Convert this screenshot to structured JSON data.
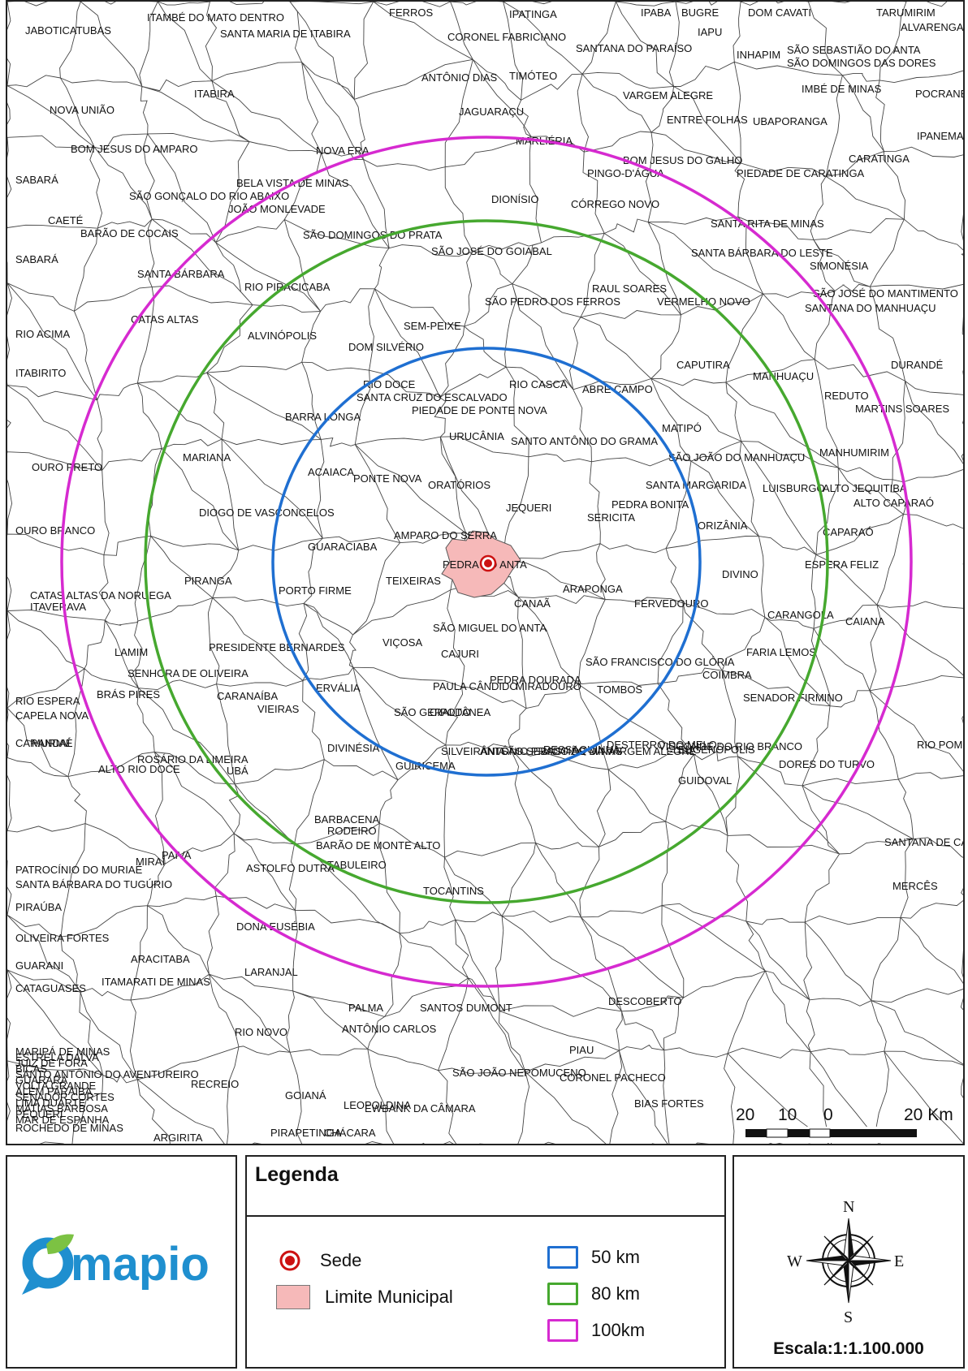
{
  "map": {
    "circles": [
      {
        "label": "50 km",
        "color": "#1f6fd1"
      },
      {
        "label": "80 km",
        "color": "#46a82f"
      },
      {
        "label": "100km",
        "color": "#d62ad0"
      }
    ],
    "sede_color": "#cc1111",
    "limite_fill": "#f6b9b9",
    "places": [
      "JABOTICATUBAS",
      "ITAMBÉ DO MATO DENTRO",
      "SANTA MARIA DE ITABIRA",
      "FERROS",
      "IPATINGA",
      "CORONEL FABRICIANO",
      "IPABA",
      "BUGRE",
      "IAPU",
      "DOM CAVATI",
      "TARUMIRIM",
      "ALVARENGA",
      "SANTANA DO PARAÍSO",
      "INHAPIM",
      "SÃO SEBASTIÃO DO ANTA",
      "SÃO DOMINGOS DAS DORES",
      "ANTÔNIO DIAS",
      "TIMÓTEO",
      "ITABIRA",
      "VARGEM ALEGRE",
      "IMBÉ DE MINAS",
      "POCRANE",
      "NOVA UNIÃO",
      "JAGUARAÇU",
      "ENTRE FOLHAS",
      "UBAPORANGA",
      "MARLIÉRIA",
      "IPANEMA",
      "BOM JESUS DO AMPARO",
      "NOVA ERA",
      "BOM JESUS DO GALHO",
      "PINGO-D'ÁGUA",
      "CARATINGA",
      "PIEDADE DE CARATINGA",
      "SABARÁ",
      "BELA VISTA DE MINAS",
      "SÃO GONÇALO DO RIO ABAIXO",
      "JOÃO MONLEVADE",
      "DIONÍSIO",
      "CÓRREGO NOVO",
      "CAETÉ",
      "BARÃO DE COCAIS",
      "SÃO DOMINGOS DO PRATA",
      "SANTA RITA DE MINAS",
      "SÃO JOSÉ DO GOIABAL",
      "SANTA BÁRBARA DO LESTE",
      "SIMONÉSIA",
      "SABARÁ",
      "SANTA BÁRBARA",
      "RIO PIRACICABA",
      "RAUL SOARES",
      "SÃO JOSÉ DO MANTIMENTO",
      "SÃO PEDRO DOS FERROS",
      "VERMELHO NOVO",
      "SANTANA DO MANHUAÇU",
      "CATAS ALTAS",
      "SEM-PEIXE",
      "RIO ACIMA",
      "ALVINÓPOLIS",
      "DOM SILVÉRIO",
      "ITABIRITO",
      "CAPUTIRA",
      "MANHUAÇU",
      "DURANDÉ",
      "RIO DOCE",
      "SANTA CRUZ DO ESCALVADO",
      "RIO CASCA",
      "ABRE CAMPO",
      "REDUTO",
      "PIEDADE DE PONTE NOVA",
      "MARTINS SOARES",
      "BARRA LONGA",
      "URUCÂNIA",
      "SANTO ANTÔNIO DO GRAMA",
      "MATIPÓ",
      "MARIANA",
      "SÃO JOÃO DO MANHUAÇU",
      "MANHUMIRIM",
      "OURO PRETO",
      "ACAIACA",
      "PONTE NOVA",
      "ORATÓRIOS",
      "SANTA MARGARIDA",
      "LUISBURGO",
      "ALTO JEQUITIBÁ",
      "JEQUERI",
      "PEDRA BONITA",
      "SERICITA",
      "ALTO CAPARAÓ",
      "DIOGO DE VASCONCELOS",
      "OURO BRANCO",
      "ORIZÂNIA",
      "CAPARAÓ",
      "AMPARO DO SERRA",
      "GUARACIABA",
      "ESPERA FELIZ",
      "PEDRA DO ANTA",
      "DIVINO",
      "PIRANGA",
      "TEIXEIRAS",
      "ARAPONGA",
      "PORTO FIRME",
      "CATAS ALTAS DA NORUEGA",
      "ITAVERAVA",
      "CANAÃ",
      "FERVEDOURO",
      "CARANGOLA",
      "CAIANA",
      "SÃO MIGUEL DO ANTA",
      "VIÇOSA",
      "LAMIM",
      "PRESIDENTE BERNARDES",
      "CAJURI",
      "FARIA LEMOS",
      "SÃO FRANCISCO DO GLÓRIA",
      "SENHORA DE OLIVEIRA",
      "PEDRA DOURADA",
      "COIMBRA",
      "ERVÁLIA",
      "PAULA CÂNDIDO",
      "MIRADOURO",
      "RIO ESPERA",
      "BRÁS PIRES",
      "CARANAÍBA",
      "TOMBOS",
      "SENADOR FIRMINO",
      "CAPELA NOVA",
      "VIEIRAS",
      "SÃO GERALDO",
      "CIPOTÂNEA",
      "CARANDAÍ",
      "DIVINÉSIA",
      "VISCONDE DO RIO BRANCO",
      "ROSÁRIO DA LIMEIRA",
      "GUIRICEMA",
      "ANTÔNIO PRADO DE MINAS",
      "DORES DO TURVO",
      "ALTO RIO DOCE",
      "SÃO SEBASTIÃO DA VARGEM ALEGRE",
      "RESSAQUINHA",
      "EUGENÓPOLIS",
      "MURIAÉ",
      "UBÁ",
      "DESTERRO DO MELO",
      "SILVEIRÂNIA",
      "GUIDOVAL",
      "MIRAÍ",
      "PATROCÍNIO DO MURIAÉ",
      "TOCANTINS",
      "MERCÊS",
      "RODEIRO",
      "SANTA BÁRBARA DO TUGÚRIO",
      "BARBACENA",
      "RIO POMBA",
      "BARÃO DE MONTE ALTO",
      "PAIVA",
      "PIRAÚBA",
      "SANTANA DE CATAGUASES",
      "ASTOLFO DUTRA",
      "OLIVEIRA FORTES",
      "DONA EUSÉBIA",
      "ARACITABA",
      "TABULEIRO",
      "GUARANI",
      "LARANJAL",
      "CATAGUASES",
      "ITAMARATI DE MINAS",
      "PALMA",
      "SANTOS DUMONT",
      "DESCOBERTO",
      "RIO NOVO",
      "ANTÔNIO CARLOS",
      "PIAU",
      "RECREIO",
      "GOIANÁ",
      "SÃO JOÃO NEPOMUCENO",
      "LEOPOLDINA",
      "EWBANK DA CÂMARA",
      "CORONEL PACHECO",
      "BIAS FORTES",
      "ROCHEDO DE MINAS",
      "ARGIRITA",
      "PIRAPETINGA",
      "CHÁCARA",
      "MARIPÁ DE MINAS",
      "ESTRELA DALVA",
      "JUIZ DE FORA",
      "BICAS",
      "SANTO ANTÔNIO DO AVENTUREIRO",
      "GUARARÁ",
      "VOLTA GRANDE",
      "ALÉM PARAÍBA",
      "SENADOR CORTES",
      "LIMA DUARTE",
      "MATIAS BARBOSA",
      "PEQUERI",
      "MAR DE ESPANHA"
    ]
  },
  "scale_bar": {
    "labels": [
      "20",
      "10",
      "0",
      "20 Km"
    ]
  },
  "logo": {
    "text": "mapio",
    "color": "#1f8fcf",
    "accent": "#7cc243"
  },
  "legend": {
    "title": "Legenda",
    "sede": "Sede",
    "limite": "Limite Municipal",
    "ring_50": "50 km",
    "ring_80": "80 km",
    "ring_100": "100km"
  },
  "compass": {
    "n": "N",
    "s": "S",
    "e": "E",
    "w": "W"
  },
  "scale_text": "Escala:1:1.100.000"
}
